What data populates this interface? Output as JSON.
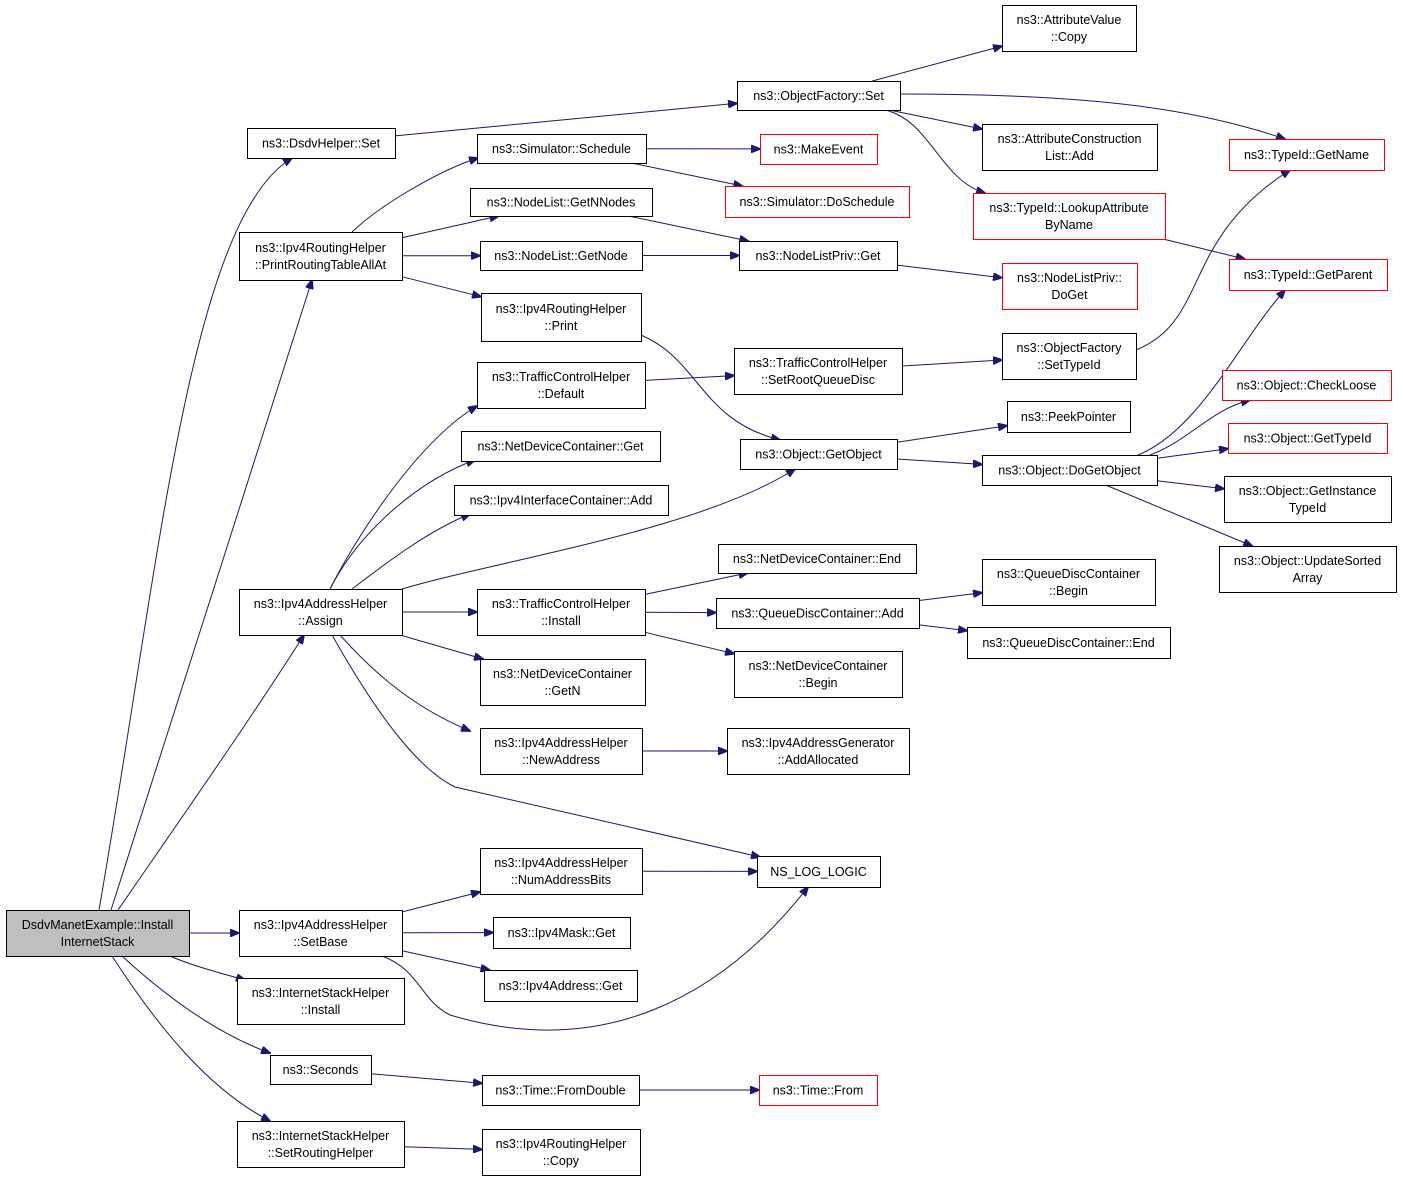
{
  "graph": {
    "edge_color": "#191970",
    "root_fill": "#bfbfbf",
    "link_border": "#000000",
    "missing_border": "#ff0000",
    "nodes": [
      {
        "id": "root",
        "lines": [
          "DsdvManetExample::Install",
          "InternetStack"
        ],
        "style": "root"
      },
      {
        "id": "dsdv_set",
        "lines": [
          "ns3::DsdvHelper::Set"
        ],
        "style": "normal"
      },
      {
        "id": "of_set",
        "lines": [
          "ns3::ObjectFactory::Set"
        ],
        "style": "normal"
      },
      {
        "id": "av_copy",
        "lines": [
          "ns3::AttributeValue",
          "::Copy"
        ],
        "style": "normal"
      },
      {
        "id": "acl_add",
        "lines": [
          "ns3::AttributeConstruction",
          "List::Add"
        ],
        "style": "normal"
      },
      {
        "id": "tid_getname",
        "lines": [
          "ns3::TypeId::GetName"
        ],
        "style": "red"
      },
      {
        "id": "tid_lookup",
        "lines": [
          "ns3::TypeId::LookupAttribute",
          "ByName"
        ],
        "style": "red"
      },
      {
        "id": "tid_getparent",
        "lines": [
          "ns3::TypeId::GetParent"
        ],
        "style": "red"
      },
      {
        "id": "sim_schedule",
        "lines": [
          "ns3::Simulator::Schedule"
        ],
        "style": "normal"
      },
      {
        "id": "make_event",
        "lines": [
          "ns3::MakeEvent"
        ],
        "style": "red"
      },
      {
        "id": "sim_doschedule",
        "lines": [
          "ns3::Simulator::DoSchedule"
        ],
        "style": "red"
      },
      {
        "id": "nl_getnnodes",
        "lines": [
          "ns3::NodeList::GetNNodes"
        ],
        "style": "normal"
      },
      {
        "id": "nl_getnode",
        "lines": [
          "ns3::NodeList::GetNode"
        ],
        "style": "normal"
      },
      {
        "id": "nlp_get",
        "lines": [
          "ns3::NodeListPriv::Get"
        ],
        "style": "normal"
      },
      {
        "id": "nlp_doget",
        "lines": [
          "ns3::NodeListPriv::",
          "DoGet"
        ],
        "style": "red"
      },
      {
        "id": "irh_print_all",
        "lines": [
          "ns3::Ipv4RoutingHelper",
          "::PrintRoutingTableAllAt"
        ],
        "style": "normal"
      },
      {
        "id": "irh_print",
        "lines": [
          "ns3::Ipv4RoutingHelper",
          "::Print"
        ],
        "style": "normal"
      },
      {
        "id": "tch_default",
        "lines": [
          "ns3::TrafficControlHelper",
          "::Default"
        ],
        "style": "normal"
      },
      {
        "id": "tch_setroot",
        "lines": [
          "ns3::TrafficControlHelper",
          "::SetRootQueueDisc"
        ],
        "style": "normal"
      },
      {
        "id": "of_settypeid",
        "lines": [
          "ns3::ObjectFactory",
          "::SetTypeId"
        ],
        "style": "normal"
      },
      {
        "id": "peekpointer",
        "lines": [
          "ns3::PeekPointer"
        ],
        "style": "normal"
      },
      {
        "id": "obj_getobject",
        "lines": [
          "ns3::Object::GetObject"
        ],
        "style": "normal"
      },
      {
        "id": "obj_dogetobject",
        "lines": [
          "ns3::Object::DoGetObject"
        ],
        "style": "normal"
      },
      {
        "id": "obj_checkloose",
        "lines": [
          "ns3::Object::CheckLoose"
        ],
        "style": "red"
      },
      {
        "id": "obj_gettypeid",
        "lines": [
          "ns3::Object::GetTypeId"
        ],
        "style": "red"
      },
      {
        "id": "obj_getinst",
        "lines": [
          "ns3::Object::GetInstance",
          "TypeId"
        ],
        "style": "normal"
      },
      {
        "id": "obj_updsorted",
        "lines": [
          "ns3::Object::UpdateSorted",
          "Array"
        ],
        "style": "normal"
      },
      {
        "id": "ndc_get",
        "lines": [
          "ns3::NetDeviceContainer::Get"
        ],
        "style": "normal"
      },
      {
        "id": "iic_add",
        "lines": [
          "ns3::Ipv4InterfaceContainer::Add"
        ],
        "style": "normal"
      },
      {
        "id": "iah_assign",
        "lines": [
          "ns3::Ipv4AddressHelper",
          "::Assign"
        ],
        "style": "normal"
      },
      {
        "id": "tch_install",
        "lines": [
          "ns3::TrafficControlHelper",
          "::Install"
        ],
        "style": "normal"
      },
      {
        "id": "ndc_end",
        "lines": [
          "ns3::NetDeviceContainer::End"
        ],
        "style": "normal"
      },
      {
        "id": "qdc_add",
        "lines": [
          "ns3::QueueDiscContainer::Add"
        ],
        "style": "normal"
      },
      {
        "id": "qdc_begin",
        "lines": [
          "ns3::QueueDiscContainer",
          "::Begin"
        ],
        "style": "normal"
      },
      {
        "id": "qdc_end",
        "lines": [
          "ns3::QueueDiscContainer::End"
        ],
        "style": "normal"
      },
      {
        "id": "ndc_begin",
        "lines": [
          "ns3::NetDeviceContainer",
          "::Begin"
        ],
        "style": "normal"
      },
      {
        "id": "ndc_getn",
        "lines": [
          "ns3::NetDeviceContainer",
          "::GetN"
        ],
        "style": "normal"
      },
      {
        "id": "iah_newaddr",
        "lines": [
          "ns3::Ipv4AddressHelper",
          "::NewAddress"
        ],
        "style": "normal"
      },
      {
        "id": "iag_addalloc",
        "lines": [
          "ns3::Ipv4AddressGenerator",
          "::AddAllocated"
        ],
        "style": "normal"
      },
      {
        "id": "ns_log_logic",
        "lines": [
          "NS_LOG_LOGIC"
        ],
        "style": "normal"
      },
      {
        "id": "iah_numbits",
        "lines": [
          "ns3::Ipv4AddressHelper",
          "::NumAddressBits"
        ],
        "style": "normal"
      },
      {
        "id": "iah_setbase",
        "lines": [
          "ns3::Ipv4AddressHelper",
          "::SetBase"
        ],
        "style": "normal"
      },
      {
        "id": "mask_get",
        "lines": [
          "ns3::Ipv4Mask::Get"
        ],
        "style": "normal"
      },
      {
        "id": "addr_get",
        "lines": [
          "ns3::Ipv4Address::Get"
        ],
        "style": "normal"
      },
      {
        "id": "ish_install",
        "lines": [
          "ns3::InternetStackHelper",
          "::Install"
        ],
        "style": "normal"
      },
      {
        "id": "seconds",
        "lines": [
          "ns3::Seconds"
        ],
        "style": "normal"
      },
      {
        "id": "time_fromdouble",
        "lines": [
          "ns3::Time::FromDouble"
        ],
        "style": "normal"
      },
      {
        "id": "time_from",
        "lines": [
          "ns3::Time::From"
        ],
        "style": "red"
      },
      {
        "id": "ish_setrouting",
        "lines": [
          "ns3::InternetStackHelper",
          "::SetRoutingHelper"
        ],
        "style": "normal"
      },
      {
        "id": "irh_copy",
        "lines": [
          "ns3::Ipv4RoutingHelper",
          "::Copy"
        ],
        "style": "normal"
      }
    ],
    "edges": [
      [
        "root",
        "dsdv_set"
      ],
      [
        "root",
        "irh_print_all"
      ],
      [
        "root",
        "iah_assign"
      ],
      [
        "root",
        "iah_setbase"
      ],
      [
        "root",
        "ish_install"
      ],
      [
        "root",
        "seconds"
      ],
      [
        "root",
        "ish_setrouting"
      ],
      [
        "dsdv_set",
        "of_set"
      ],
      [
        "of_set",
        "av_copy"
      ],
      [
        "of_set",
        "acl_add"
      ],
      [
        "of_set",
        "tid_getname"
      ],
      [
        "of_set",
        "tid_lookup"
      ],
      [
        "tid_lookup",
        "tid_getparent"
      ],
      [
        "irh_print_all",
        "sim_schedule"
      ],
      [
        "irh_print_all",
        "nl_getnnodes"
      ],
      [
        "irh_print_all",
        "nl_getnode"
      ],
      [
        "irh_print_all",
        "irh_print"
      ],
      [
        "sim_schedule",
        "make_event"
      ],
      [
        "sim_schedule",
        "sim_doschedule"
      ],
      [
        "nl_getnnodes",
        "nlp_get"
      ],
      [
        "nl_getnode",
        "nlp_get"
      ],
      [
        "nlp_get",
        "nlp_doget"
      ],
      [
        "irh_print",
        "obj_getobject"
      ],
      [
        "iah_assign",
        "tch_default"
      ],
      [
        "iah_assign",
        "ndc_get"
      ],
      [
        "iah_assign",
        "iic_add"
      ],
      [
        "iah_assign",
        "obj_getobject"
      ],
      [
        "iah_assign",
        "tch_install"
      ],
      [
        "iah_assign",
        "ndc_getn"
      ],
      [
        "iah_assign",
        "iah_newaddr"
      ],
      [
        "iah_assign",
        "ns_log_logic"
      ],
      [
        "tch_default",
        "tch_setroot"
      ],
      [
        "tch_setroot",
        "of_settypeid"
      ],
      [
        "of_settypeid",
        "tid_getname"
      ],
      [
        "obj_getobject",
        "peekpointer"
      ],
      [
        "obj_getobject",
        "obj_dogetobject"
      ],
      [
        "obj_dogetobject",
        "tid_getparent"
      ],
      [
        "obj_dogetobject",
        "obj_checkloose"
      ],
      [
        "obj_dogetobject",
        "obj_gettypeid"
      ],
      [
        "obj_dogetobject",
        "obj_getinst"
      ],
      [
        "obj_dogetobject",
        "obj_updsorted"
      ],
      [
        "tch_install",
        "ndc_end"
      ],
      [
        "tch_install",
        "qdc_add"
      ],
      [
        "tch_install",
        "ndc_begin"
      ],
      [
        "qdc_add",
        "qdc_begin"
      ],
      [
        "qdc_add",
        "qdc_end"
      ],
      [
        "iah_newaddr",
        "iag_addalloc"
      ],
      [
        "iah_setbase",
        "iah_numbits"
      ],
      [
        "iah_setbase",
        "mask_get"
      ],
      [
        "iah_setbase",
        "addr_get"
      ],
      [
        "iah_setbase",
        "ns_log_logic"
      ],
      [
        "iah_numbits",
        "ns_log_logic"
      ],
      [
        "seconds",
        "time_fromdouble"
      ],
      [
        "time_fromdouble",
        "time_from"
      ],
      [
        "ish_setrouting",
        "irh_copy"
      ]
    ]
  }
}
